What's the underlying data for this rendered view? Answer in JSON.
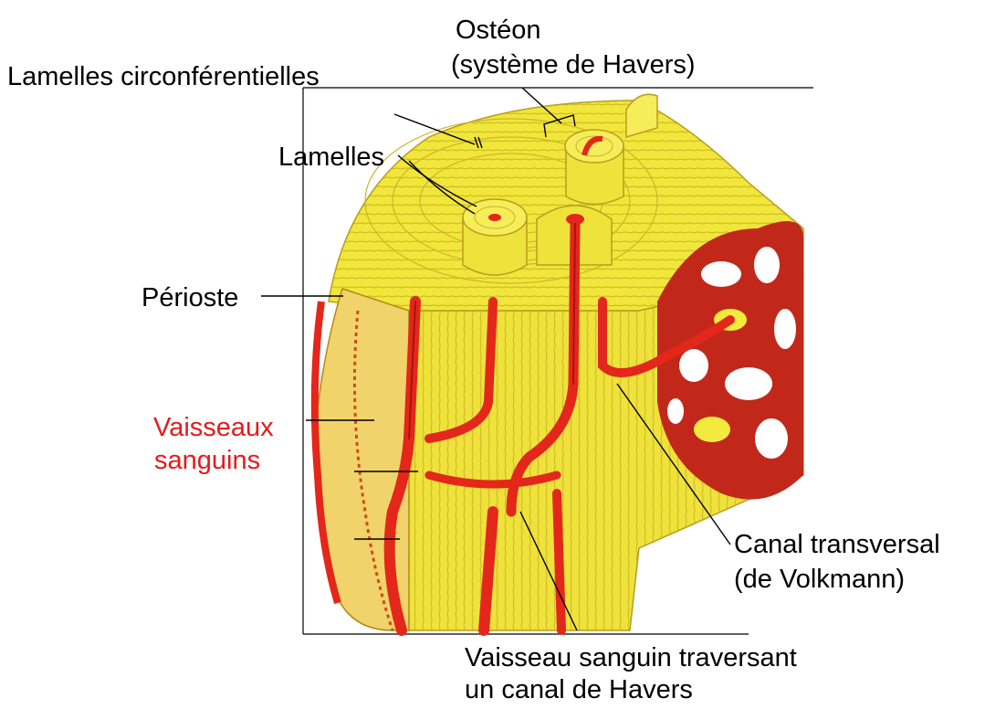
{
  "labels": {
    "osteon_line1": "Ostéon",
    "osteon_line2": "(système de Havers)",
    "lamelles_circ": "Lamelles circonférentielles",
    "lamelles": "Lamelles",
    "perioste": "Périoste",
    "vaisseaux_line1": "Vaisseaux",
    "vaisseaux_line2": "sanguins",
    "canal_line1": "Canal transversal",
    "canal_line2": "(de Volkmann)",
    "vaisseau_line1": "Vaisseau sanguin traversant",
    "vaisseau_line2": "un canal de Havers"
  },
  "colors": {
    "bone": "#f3ea3e",
    "bone_shade": "#d9c42a",
    "bone_light": "#faf39a",
    "vessel": "#e3271a",
    "vessel_dark": "#a8140d",
    "label_red": "#e8191a"
  }
}
